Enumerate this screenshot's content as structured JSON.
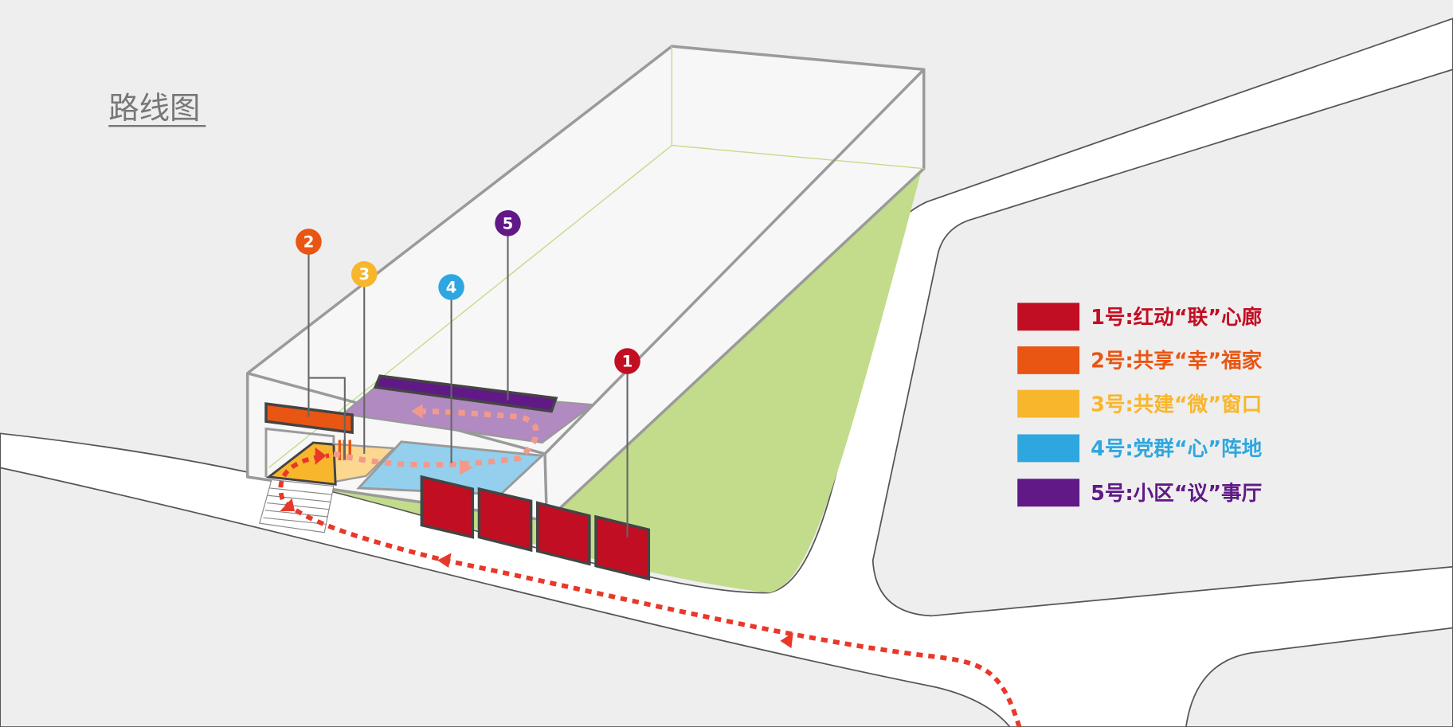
{
  "title": "路线图",
  "legend": [
    {
      "label": "1号:红动“联”心廊",
      "color": "#c20e23"
    },
    {
      "label": "2号:共享“幸”福家",
      "color": "#e95513"
    },
    {
      "label": "3号:共建“微”窗口",
      "color": "#f8b62d"
    },
    {
      "label": "4号:党群“心”阵地",
      "color": "#2ea7e0"
    },
    {
      "label": "5号:小区“议”事厅",
      "color": "#601986"
    }
  ],
  "markers": [
    {
      "number": "1",
      "color": "#c20e23"
    },
    {
      "number": "2",
      "color": "#e95513"
    },
    {
      "number": "3",
      "color": "#f8b62d"
    },
    {
      "number": "4",
      "color": "#2ea7e0"
    },
    {
      "number": "5",
      "color": "#601986"
    }
  ],
  "colors": {
    "route": "#e8382a",
    "route_inner": "#f19a8c",
    "green": "#c2dc8b",
    "road": "#ffffff",
    "background": "#eeeeee"
  }
}
